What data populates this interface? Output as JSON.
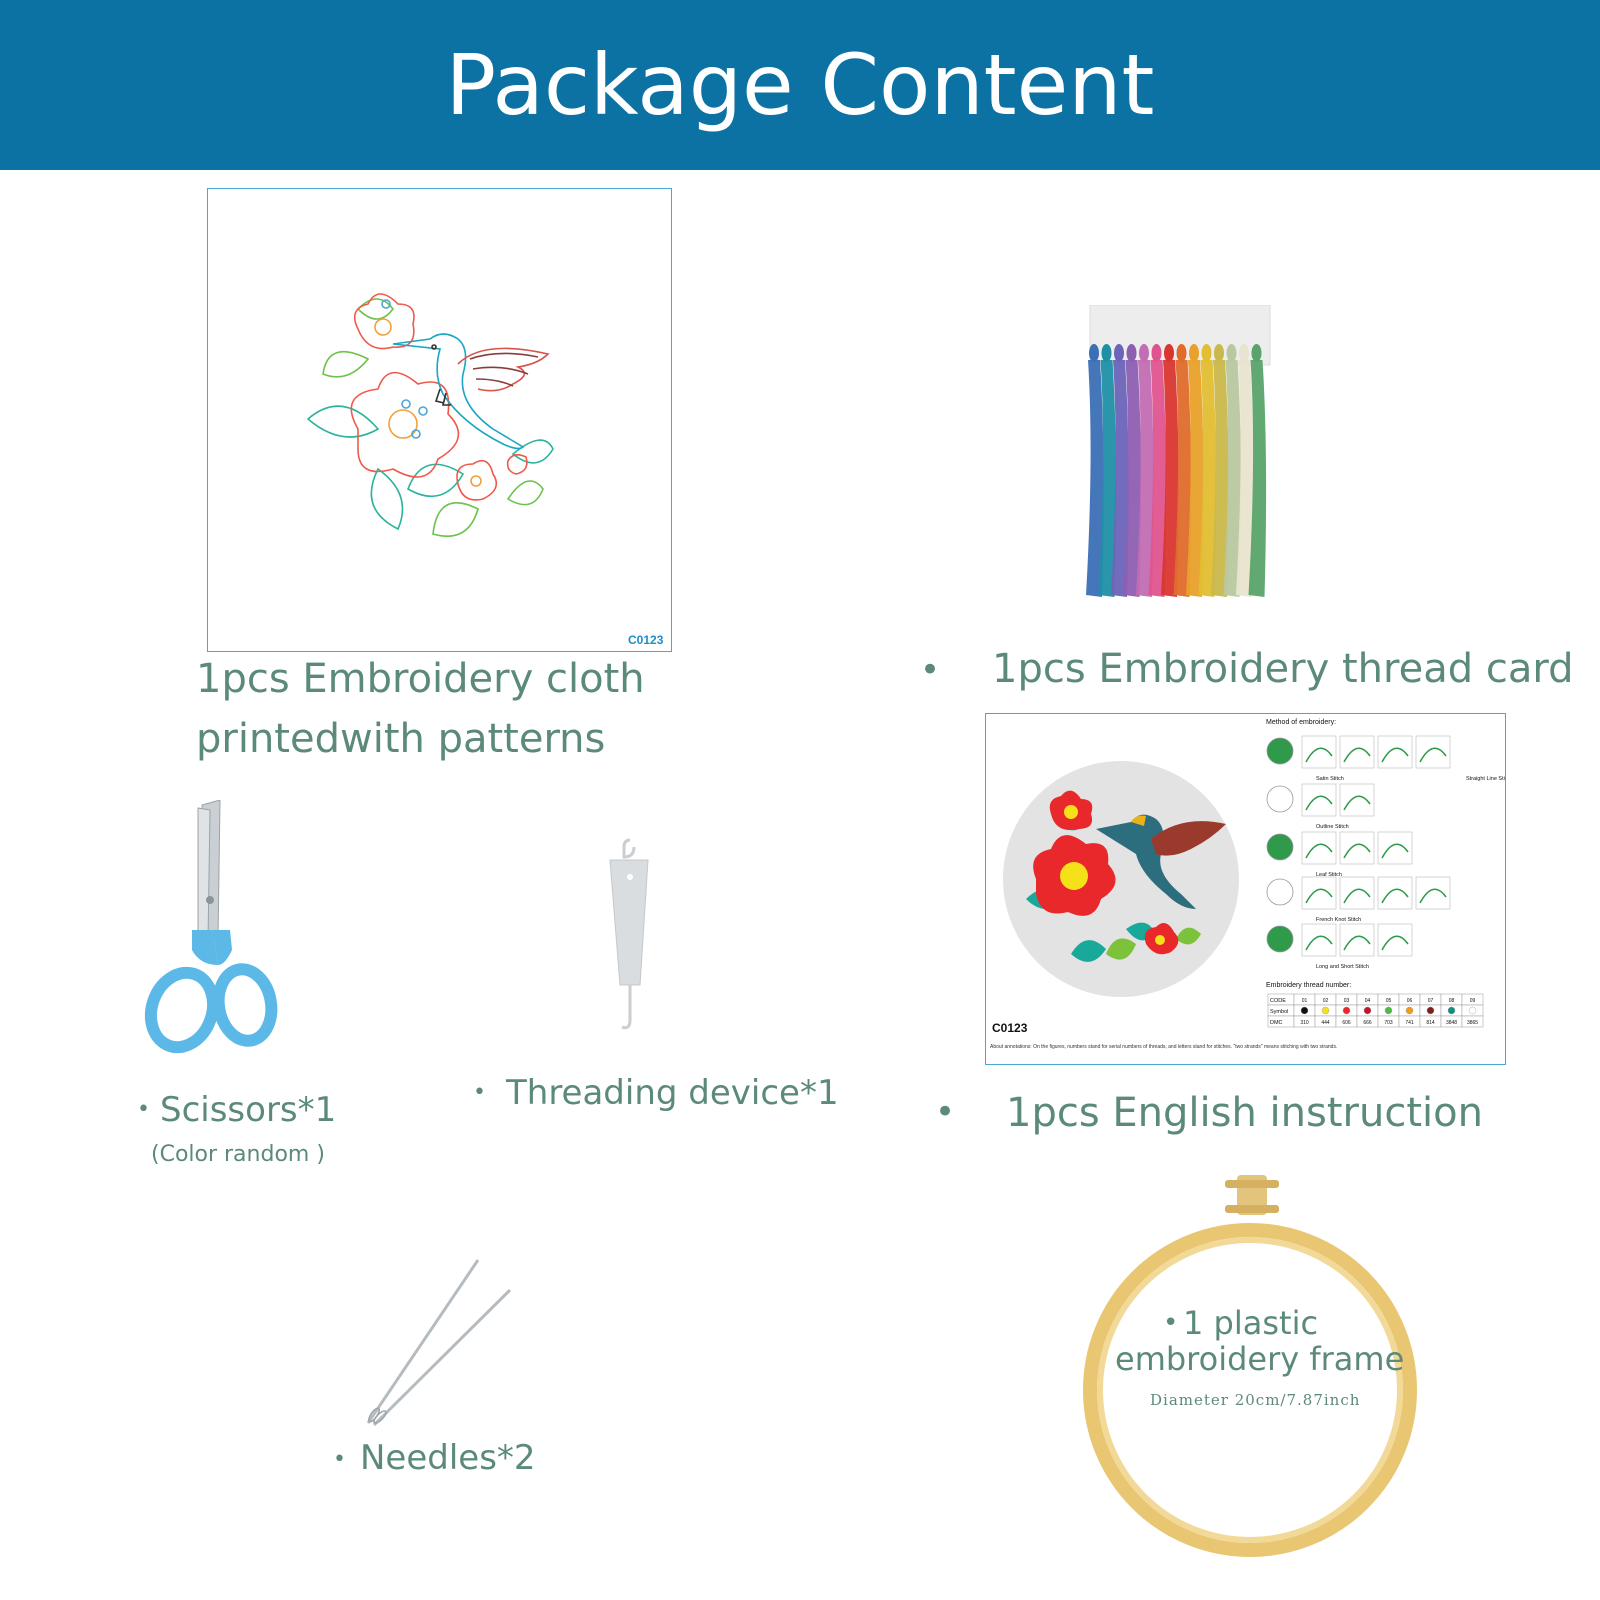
{
  "header": {
    "title": "Package Content"
  },
  "items": {
    "cloth": {
      "label_line1": "1pcs Embroidery cloth",
      "label_line2": "printedwith patterns",
      "code": "C0123"
    },
    "thread_card": {
      "bullet": "•",
      "label": "1pcs Embroidery thread card"
    },
    "scissors": {
      "bullet": "•",
      "label": "Scissors*1",
      "note": "(Color random )"
    },
    "threader": {
      "bullet": "•",
      "label": "Threading device*1"
    },
    "needles": {
      "bullet": "•",
      "label": "Needles*2"
    },
    "instruction": {
      "bullet": "•",
      "label": "1pcs English instruction",
      "sheet": {
        "code": "C0123",
        "method_title": "Method of embroidery:",
        "thread_title": "Embroidery thread number:",
        "stitch_labels": [
          "Satin Stitch",
          "Straight Line Stitch",
          "Outline Stitch",
          "Leaf Stitch",
          "French Knot Stitch",
          "Long and Short Stitch"
        ],
        "row_headers": [
          "CODE",
          "Symbol",
          "DMC"
        ],
        "codes": [
          "01",
          "02",
          "03",
          "04",
          "05",
          "06",
          "07",
          "08",
          "09"
        ],
        "dmc": [
          "310",
          "444",
          "606",
          "666",
          "703",
          "741",
          "814",
          "3848",
          "3865"
        ],
        "note": "About annotations: On the figures, numbers stand for serial numbers of threads, and letters stand for stitches. \"two strands\" means stitching with two strands."
      }
    },
    "frame": {
      "bullet": "•",
      "label_line1": "1 plastic",
      "label_line2": "embroidery frame",
      "diameter": "Diameter 20cm/7.87inch"
    }
  },
  "colors": {
    "header_bg": "#0b72a3",
    "caption": "#5c8a78",
    "thread_symbols": [
      "#111111",
      "#f5e11a",
      "#e8282b",
      "#c8102e",
      "#52b848",
      "#f39c12",
      "#7b1e1e",
      "#0f8f7f",
      "#ffffff"
    ]
  }
}
